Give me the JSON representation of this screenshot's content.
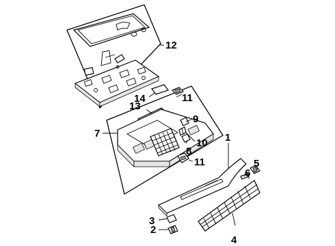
{
  "diagram": {
    "callouts": {
      "c1": "1",
      "c2": "2",
      "c3": "3",
      "c4": "4",
      "c5": "5",
      "c6": "6",
      "c7": "7",
      "c8": "8",
      "c9": "9",
      "c10": "10",
      "c11a": "11",
      "c11b": "11",
      "c12": "12",
      "c13": "13",
      "c14": "14"
    }
  }
}
